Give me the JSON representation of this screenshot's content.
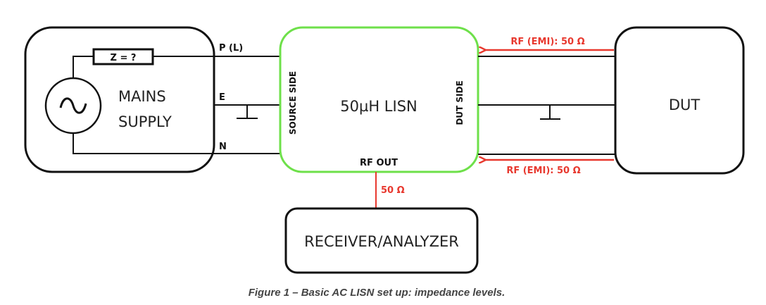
{
  "diagram": {
    "mains": {
      "label_line1": "MAINS",
      "label_line2": "SUPPLY",
      "impedance_label": "Z = ?",
      "source_icon": "ac-source-icon"
    },
    "terminals": {
      "phase": "P (L)",
      "earth": "E",
      "neutral": "N"
    },
    "lisn": {
      "title": "50µH LISN",
      "source_side": "SOURCE SIDE",
      "dut_side": "DUT SIDE",
      "rf_out": "RF OUT"
    },
    "dut": {
      "label": "DUT"
    },
    "receiver": {
      "label": "RECEIVER/ANALYZER"
    },
    "rf_labels": {
      "top_arrow": "RF (EMI): 50 Ω",
      "bottom_arrow": "RF (EMI): 50 Ω",
      "rf_out_impedance": "50 Ω"
    },
    "colors": {
      "lisn_border": "#6ee04a",
      "rf_red": "#e8392f",
      "line": "#111111"
    }
  },
  "caption": "Figure 1 – Basic AC LISN set up: impedance levels."
}
